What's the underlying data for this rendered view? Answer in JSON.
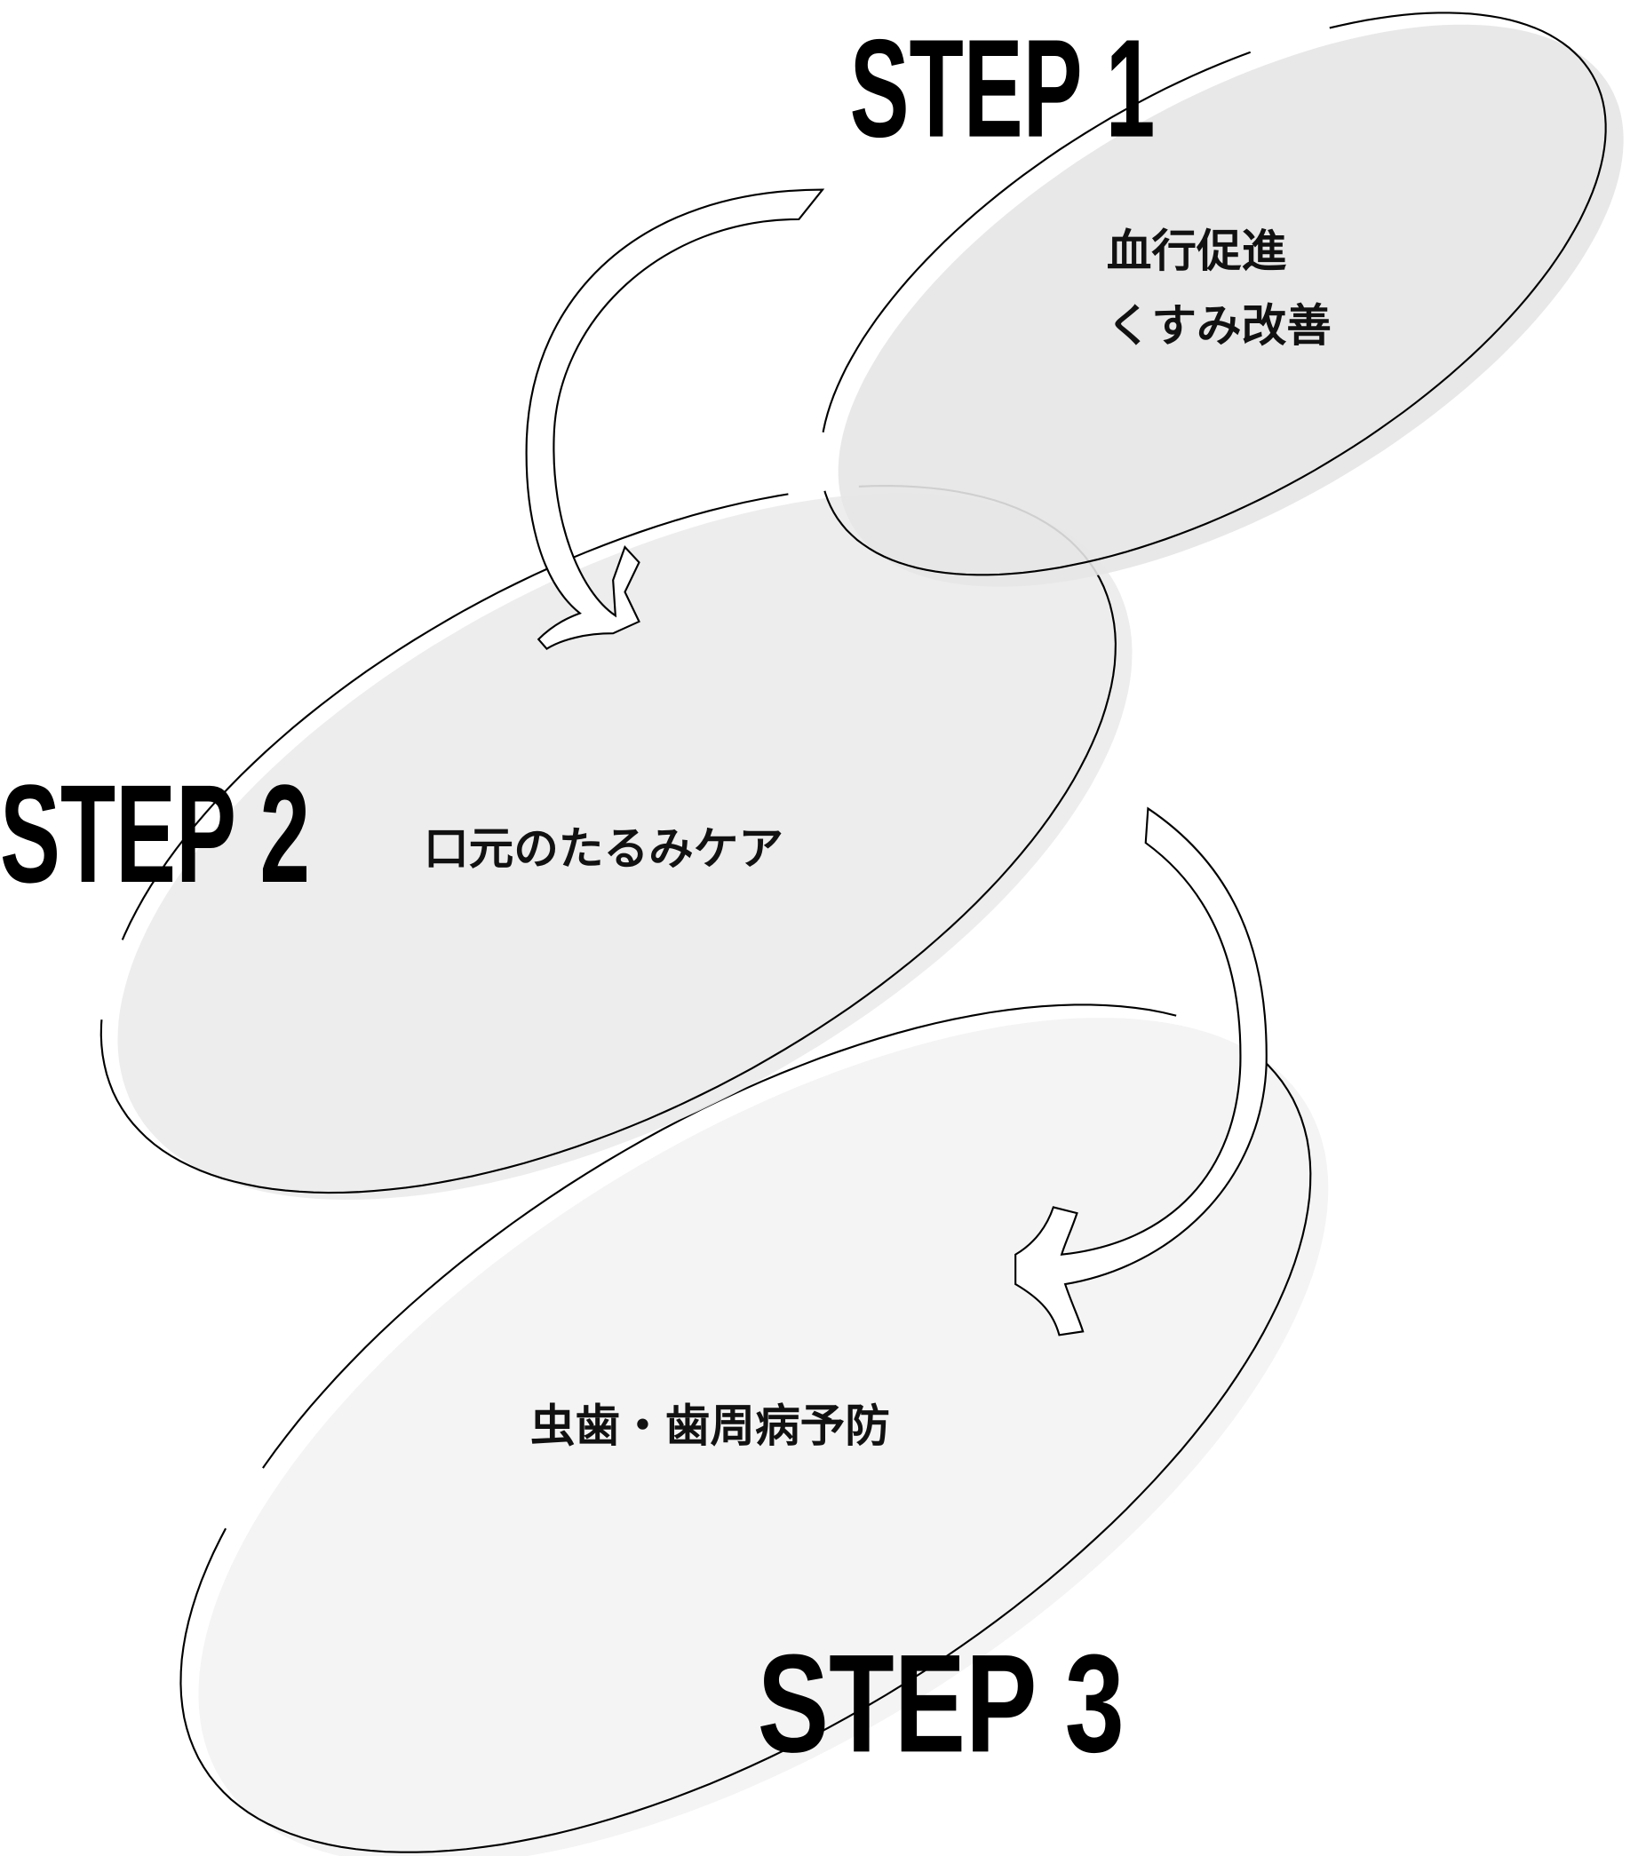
{
  "steps": [
    {
      "label": "STEP 1",
      "lines": [
        "血行促進",
        "くすみ改善"
      ]
    },
    {
      "label": "STEP 2",
      "lines": [
        "口元のたるみケア"
      ]
    },
    {
      "label": "STEP 3",
      "lines": [
        "虫歯・歯周病予防"
      ]
    }
  ],
  "colors": {
    "step1_fill": "#e6e6e6",
    "step2_fill": "#ececec",
    "step3_fill": "#f4f4f4",
    "outline": "#000000"
  }
}
